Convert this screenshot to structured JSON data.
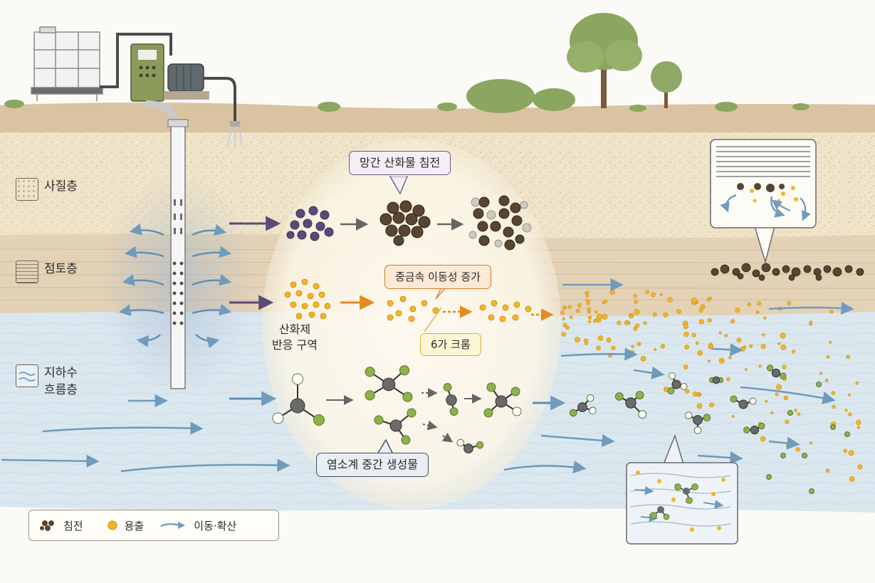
{
  "layers": {
    "sand": "사질층",
    "clay": "점토층",
    "groundwater": "지하수\n흐름층"
  },
  "zone_label": "산화제\n반응 구역",
  "callouts": {
    "mn_precip": "망간 산화물 침전",
    "heavy_metal": "중금속 이동성 증가",
    "cr6": "6가 크롬",
    "chlorinated": "염소계 중간 생성물"
  },
  "legend": {
    "precip": "침전",
    "leach": "용출",
    "migrate": "이동·확산"
  },
  "colors": {
    "soil_surface": "#d9c3a1",
    "sand": "#efe3c8",
    "clay": "#e3d2b6",
    "groundwater": "#dbe7ef",
    "mn_oxide": "#5a4530",
    "oxidant": "#5a4a78",
    "leach_dot": "#f3b526",
    "chlorine_atom": "#8fb14a",
    "carbon_atom": "#6a6a6a",
    "flow_arrow": "#6f9bbd"
  }
}
